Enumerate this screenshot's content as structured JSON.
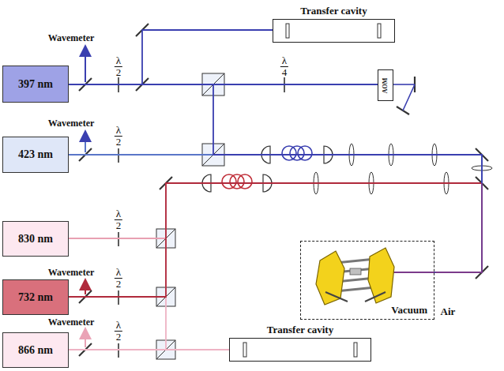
{
  "diagram": {
    "nodes": [
      {
        "text": [
          "Transfer cavity"
        ]
      },
      {
        "text": [
          "397 nm"
        ]
      },
      {
        "text": [
          "AOM"
        ]
      },
      {
        "text": [
          "423 nm"
        ]
      },
      {
        "text": [
          "830 nm"
        ]
      },
      {
        "text": [
          "Vacuum"
        ]
      },
      {
        "text": [
          "732 nm"
        ]
      },
      {
        "text": [
          "866 nm"
        ]
      },
      {
        "text": [
          "Transfer cavity"
        ]
      }
    ],
    "edges": [
      {
        "from": 1,
        "to": 0,
        "arrow": "none"
      },
      {
        "from": 1,
        "to": 2,
        "arrow": "none"
      },
      {
        "from": 1,
        "to": 5,
        "arrow": "none"
      },
      {
        "from": 3,
        "to": 5,
        "arrow": "none"
      },
      {
        "from": 4,
        "to": 5,
        "arrow": "none"
      },
      {
        "from": 6,
        "to": 5,
        "arrow": "none"
      },
      {
        "from": 7,
        "to": 5,
        "arrow": "none"
      },
      {
        "from": 7,
        "to": 8,
        "arrow": "none"
      }
    ],
    "labels": [
      "Wavemeter",
      "λ",
      "2",
      "λ",
      "4",
      "Wavemeter",
      "λ",
      "2",
      "λ",
      "2",
      "Wavemeter",
      "λ",
      "2",
      "Wavemeter",
      "λ",
      "2",
      "Air"
    ]
  }
}
